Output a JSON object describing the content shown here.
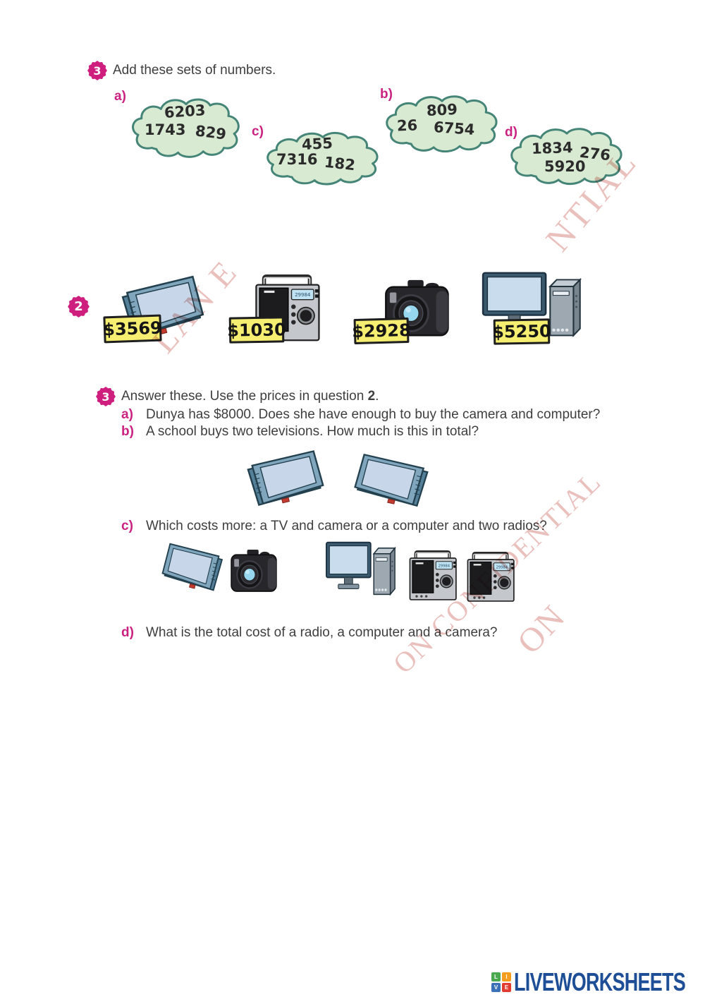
{
  "colors": {
    "accent_magenta": "#cb2180",
    "cloud_fill": "#d9ead3",
    "cloud_stroke": "#458577",
    "price_tag_yellow": "#f6ee71",
    "body_text": "#3e3e3e",
    "watermark_pink": "#c9605a",
    "brand_navy": "#1d4e96",
    "logo_green": "#4aa94e",
    "logo_orange": "#f59d1e",
    "logo_blue": "#3d72b8",
    "logo_red": "#e23c30"
  },
  "q3_top": {
    "number": "3",
    "prompt": "Add these sets of numbers.",
    "clouds": [
      {
        "label": "a)",
        "numbers": [
          "6203",
          "1743",
          "829"
        ]
      },
      {
        "label": "b)",
        "numbers": [
          "809",
          "26",
          "6754"
        ]
      },
      {
        "label": "c)",
        "numbers": [
          "455",
          "7316",
          "182"
        ]
      },
      {
        "label": "d)",
        "numbers": [
          "1834",
          "276",
          "5920"
        ]
      }
    ]
  },
  "q2": {
    "number": "2",
    "radio_display": "29984",
    "items": [
      {
        "name": "television",
        "price": "$3569"
      },
      {
        "name": "radio",
        "price": "$1030"
      },
      {
        "name": "camera",
        "price": "$2928"
      },
      {
        "name": "computer",
        "price": "$5250"
      }
    ]
  },
  "q3_bottom": {
    "number": "3",
    "prompt_prefix": "Answer these. Use the prices in question ",
    "prompt_bold": "2",
    "prompt_suffix": ".",
    "parts": [
      {
        "label": "a)",
        "text": "Dunya has $8000. Does she have enough to buy the camera and computer?"
      },
      {
        "label": "b)",
        "text": "A school buys two televisions. How much is this in total?"
      },
      {
        "label": "c)",
        "text": "Which costs more: a TV and camera or a computer and two radios?"
      },
      {
        "label": "d)",
        "text": "What is the total cost of a radio, a computer and a camera?"
      }
    ]
  },
  "watermark": {
    "fragments": [
      "NTIAL",
      "LAN E",
      "ON CONFIDENTIAL",
      "ON"
    ]
  },
  "footer": {
    "brand": "LIVEWORKSHEETS",
    "logo_letters": [
      "L",
      "I",
      "V",
      "E"
    ]
  }
}
